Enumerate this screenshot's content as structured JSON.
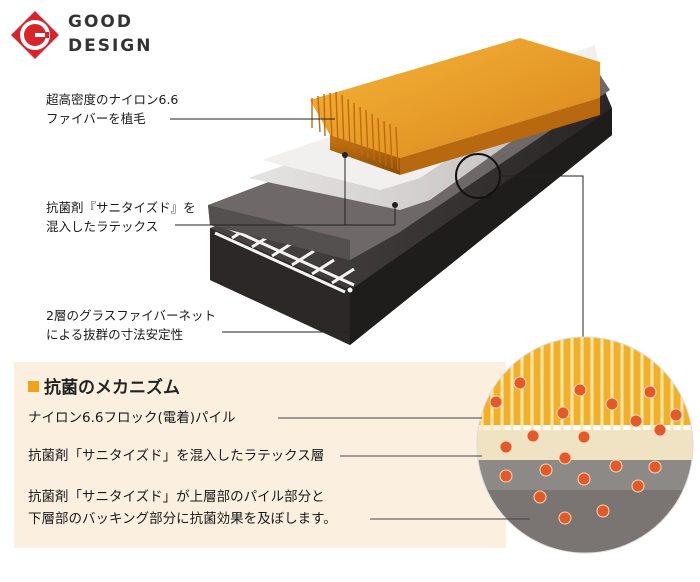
{
  "logo": {
    "line1": "GOOD",
    "line2": "DESIGN",
    "icon": "good-design-g-mark-icon",
    "color": "#d6252b"
  },
  "callouts": {
    "fiber": [
      "超高密度のナイロン6.6",
      "ファイバーを植毛"
    ],
    "latex": [
      "抗菌剤『サニタイズド』を",
      "混入したラテックス"
    ],
    "net": [
      "2層のグラスファイバーネット",
      "による抜群の寸法安定性"
    ]
  },
  "mechanism": {
    "title": "抗菌のメカニズム",
    "pile": "ナイロン6.6フロック(電着)パイル",
    "latex_layer": "抗菌剤「サニタイズド」を混入したラテックス層",
    "effect": [
      "抗菌剤「サニタイズド」が上層部のパイル部分と",
      "下層部のバッキング部分に抗菌効果を及ぼします。"
    ]
  },
  "colors": {
    "fiber": "#f2a824",
    "backing": "#3a3636",
    "panel": "#fbefe0",
    "bead": "#e35a2a"
  }
}
